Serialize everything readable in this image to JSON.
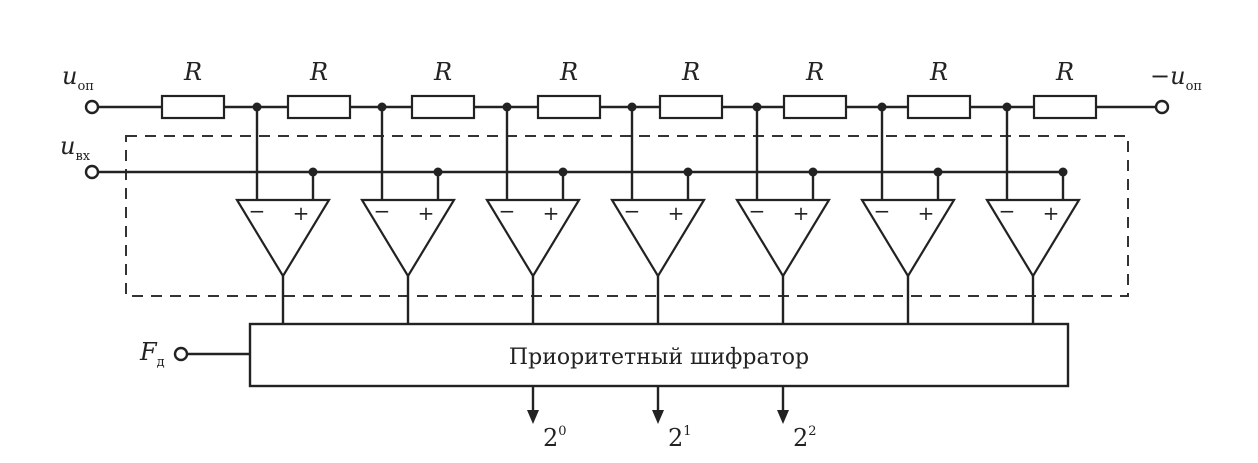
{
  "resistors": [
    {
      "label": "R"
    },
    {
      "label": "R"
    },
    {
      "label": "R"
    },
    {
      "label": "R"
    },
    {
      "label": "R"
    },
    {
      "label": "R"
    },
    {
      "label": "R"
    },
    {
      "label": "R"
    }
  ],
  "terminals": {
    "ref_pos": {
      "symbol": "u",
      "subscript": "оп"
    },
    "ref_neg": {
      "symbol": "−u",
      "subscript": "оп"
    },
    "input": {
      "symbol": "u",
      "subscript": "вх"
    },
    "clock": {
      "symbol": "F",
      "subscript": "д"
    }
  },
  "comparators": [
    {
      "minus": "−",
      "plus": "+"
    },
    {
      "minus": "−",
      "plus": "+"
    },
    {
      "minus": "−",
      "plus": "+"
    },
    {
      "minus": "−",
      "plus": "+"
    },
    {
      "minus": "−",
      "plus": "+"
    },
    {
      "minus": "−",
      "plus": "+"
    },
    {
      "minus": "−",
      "plus": "+"
    }
  ],
  "encoder": {
    "label": "Приоритетный шифратор"
  },
  "outputs": [
    {
      "base": "2",
      "exp": "0"
    },
    {
      "base": "2",
      "exp": "1"
    },
    {
      "base": "2",
      "exp": "2"
    }
  ]
}
